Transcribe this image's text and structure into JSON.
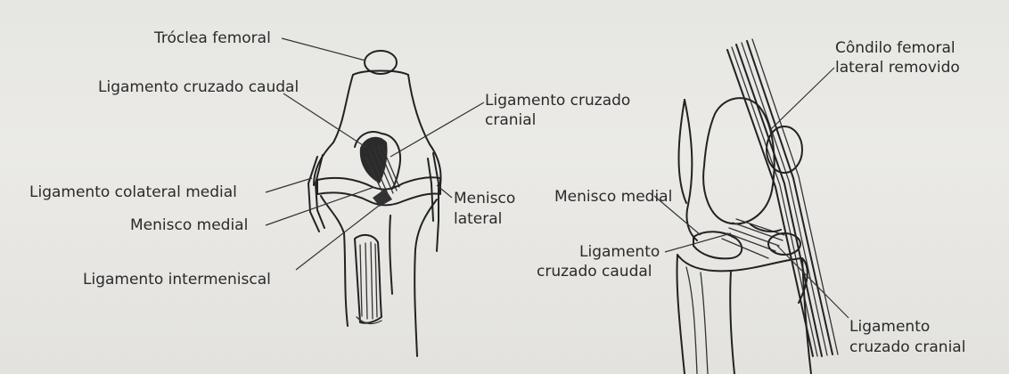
{
  "colors": {
    "background": "#e8e7e3",
    "ink": "#222222",
    "label_text": "#2a2a2a"
  },
  "left_figure": {
    "labels": {
      "trochlea": "Tróclea femoral",
      "caudal_ligament": "Ligamento cruzado caudal",
      "cranial_ligament_line1": "Ligamento cruzado",
      "cranial_ligament_line2": "cranial",
      "medial_collateral": "Ligamento colateral medial",
      "medial_meniscus": "Menisco medial",
      "lateral_meniscus_line1": "Menisco",
      "lateral_meniscus_line2": "lateral",
      "intermeniscal": "Ligamento intermeniscal"
    }
  },
  "right_figure": {
    "labels": {
      "condyle_line1": "Côndilo femoral",
      "condyle_line2": "lateral removido",
      "medial_meniscus": "Menisco medial",
      "caudal_line1": "Ligamento",
      "caudal_line2": "cruzado caudal",
      "cranial_line1": "Ligamento",
      "cranial_line2": "cruzado cranial"
    }
  }
}
